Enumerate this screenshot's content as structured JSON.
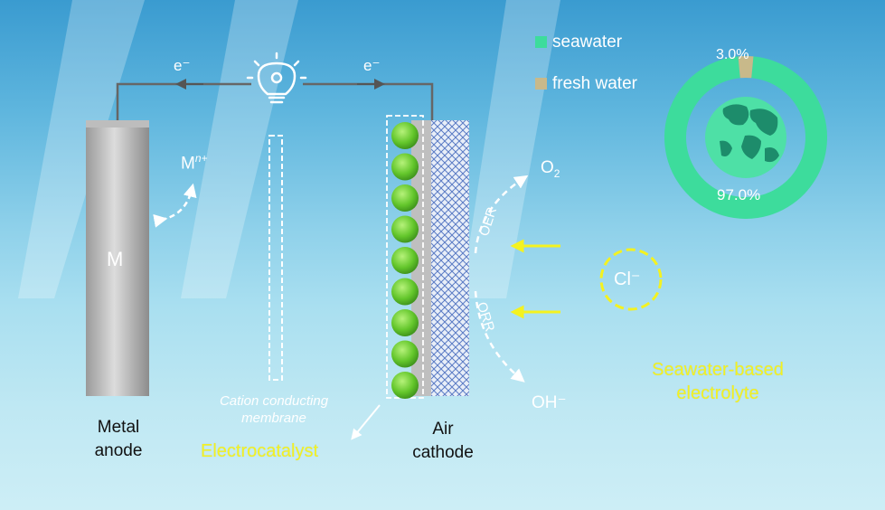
{
  "circuit": {
    "electron_left": "e⁻",
    "electron_right": "e⁻",
    "bulb_icon": "lightbulb-gear-icon"
  },
  "anode": {
    "symbol": "M",
    "ion_base": "M",
    "ion_superscript": "n+",
    "label_line1": "Metal",
    "label_line2": "anode"
  },
  "membrane": {
    "label_line1": "Cation conducting",
    "label_line2": "membrane"
  },
  "cathode": {
    "label_line1": "Air",
    "label_line2": "cathode",
    "catalyst_label": "Electrocatalyst"
  },
  "reactions": {
    "o2_base": "O",
    "o2_sub": "2",
    "oer": "OER",
    "orr": "ORR",
    "hydroxide": "OH⁻",
    "chloride": "Cl⁻"
  },
  "electrolyte": {
    "line1": "Seawater-based",
    "line2": "electrolyte"
  },
  "water_chart": {
    "legend_seawater": "seawater",
    "legend_fresh": "fresh water",
    "seawater_pct_label": "97.0%",
    "fresh_pct_label": "3.0%",
    "seawater_fraction": 0.97,
    "fresh_fraction": 0.03,
    "globe_icon": "globe-icon"
  },
  "colors": {
    "seawater": "#3ddc9c",
    "fresh_water": "#c8b98a",
    "highlight_yellow": "#f4f220",
    "catalyst_green": "#6fd43a"
  }
}
